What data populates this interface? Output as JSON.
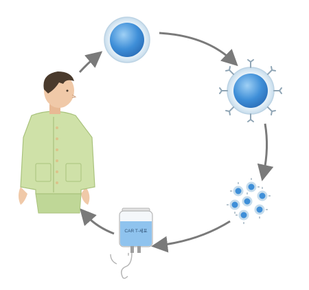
{
  "diagram": {
    "bag_label": "CAR T-세포",
    "colors": {
      "arrow": "#7a7a7a",
      "cell_core": "#3b87d6",
      "cell_ring": "#cfe4f3",
      "pajama": "#cfe1a8",
      "pajama_shade": "#a9c27c",
      "skin": "#f0c9a8",
      "hair": "#4a3a2c",
      "bag_fill": "#8fc3ee"
    },
    "steps": [
      {
        "id": "patient",
        "icon": "patient-figure"
      },
      {
        "id": "t-cell",
        "icon": "t-cell-icon"
      },
      {
        "id": "car-t-cell",
        "icon": "car-t-cell-icon"
      },
      {
        "id": "expanded-cells",
        "icon": "cell-cluster-icon"
      },
      {
        "id": "infusion-bag",
        "icon": "iv-bag-icon"
      }
    ]
  }
}
